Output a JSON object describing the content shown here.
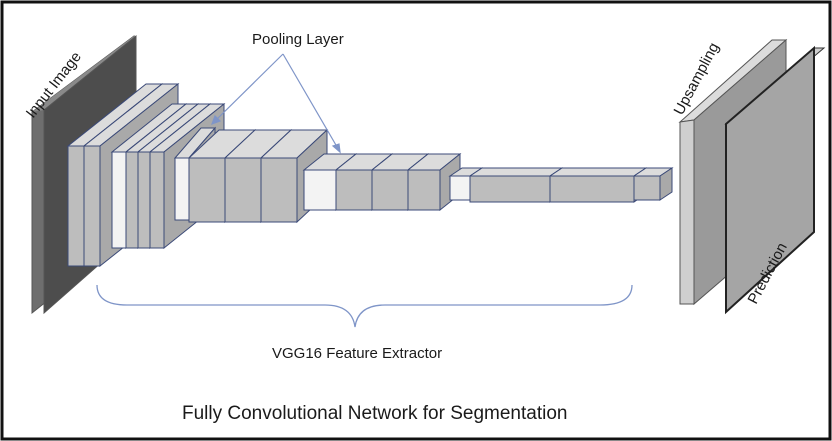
{
  "diagram": {
    "labels": {
      "input_image": "Input Image",
      "pooling_layer": "Pooling Layer",
      "upsampling": "Upsampling",
      "prediction": "Prediction",
      "feature_extractor": "VGG16 Feature Extractor",
      "caption": "Fully Convolutional Network for Segmentation"
    },
    "colors": {
      "block_front": "#bdbdbd",
      "block_side": "#a9a9a9",
      "block_top": "#dcdcdc",
      "pool_front": "#f3f3f3",
      "input_front": "#6e6e6e",
      "input_side": "#4a4a4a",
      "input_top": "#8a8a8a",
      "edge": "#3b4a78",
      "arrow": "#7f95c8",
      "brace": "#7f95c8",
      "border": "#111111"
    }
  }
}
